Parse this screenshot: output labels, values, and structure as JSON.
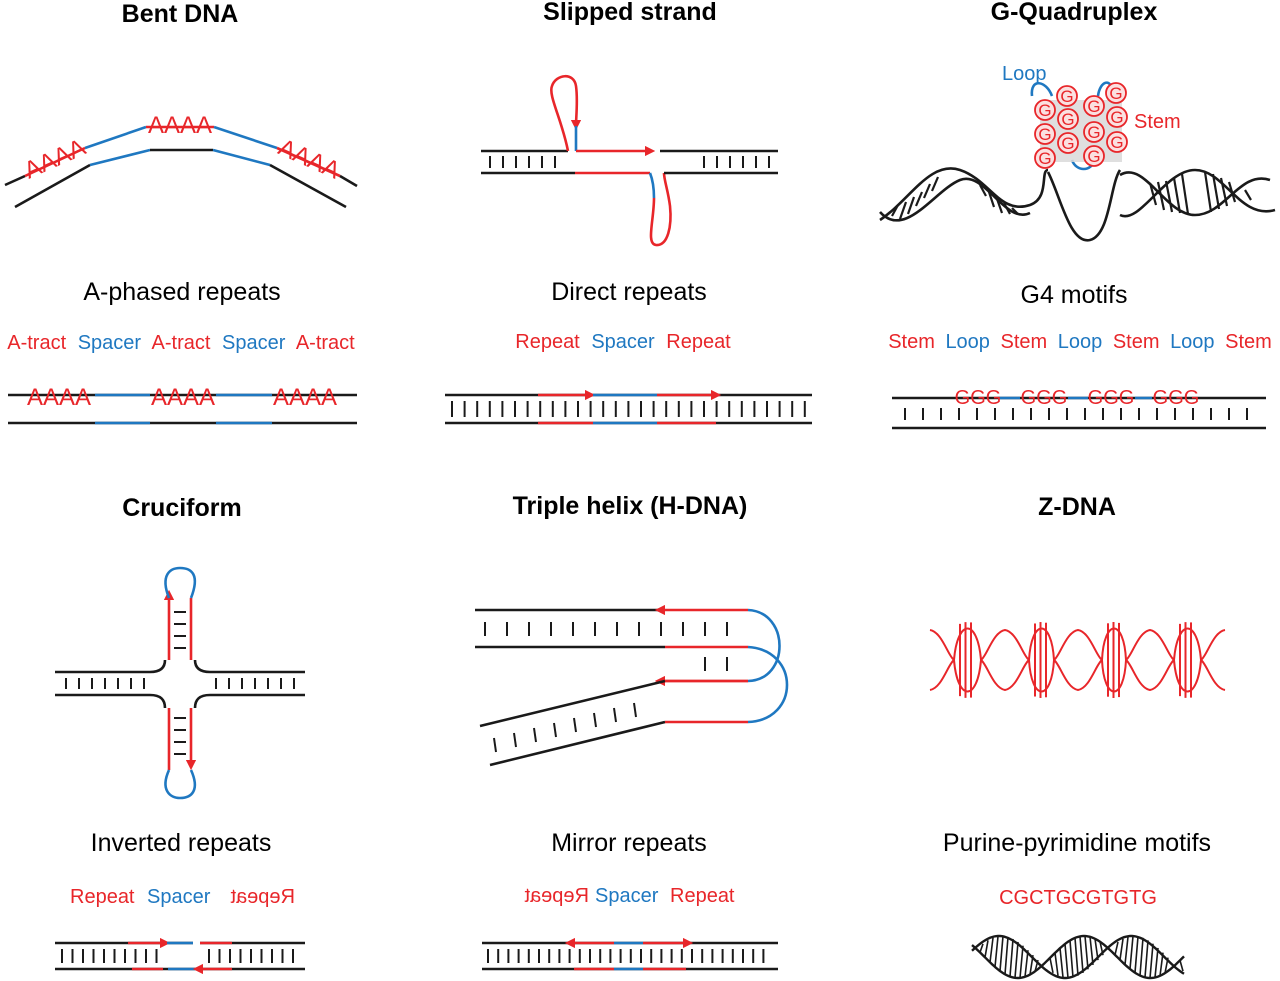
{
  "colors": {
    "red": "#e8262a",
    "blue": "#1f78c1",
    "black": "#1a1a1a"
  },
  "panels": {
    "bent": {
      "title": "Bent DNA",
      "motif": "A-phased repeats",
      "tract": "AAAA",
      "legend": [
        "A-tract",
        "Spacer",
        "A-tract",
        "Spacer",
        "A-tract"
      ]
    },
    "slipped": {
      "title": "Slipped strand",
      "motif": "Direct repeats",
      "legend": [
        "Repeat",
        "Spacer",
        "Repeat"
      ]
    },
    "g4": {
      "title": "G-Quadruplex",
      "motif": "G4 motifs",
      "loop_label": "Loop",
      "stem_label": "Stem",
      "g": "G",
      "ggg": "GGG",
      "legend": [
        "Stem",
        "Loop",
        "Stem",
        "Loop",
        "Stem",
        "Loop",
        "Stem"
      ]
    },
    "cruciform": {
      "title": "Cruciform",
      "motif": "Inverted repeats",
      "legend": [
        "Repeat",
        "Spacer",
        "Repeat"
      ]
    },
    "triplex": {
      "title": "Triple helix (H-DNA)",
      "motif": "Mirror repeats",
      "legend": [
        "Repeat",
        "Spacer",
        "Repeat"
      ]
    },
    "zdna": {
      "title": "Z-DNA",
      "motif": "Purine-pyrimidine motifs",
      "sequence": "CGCTGCGTGTG"
    }
  }
}
